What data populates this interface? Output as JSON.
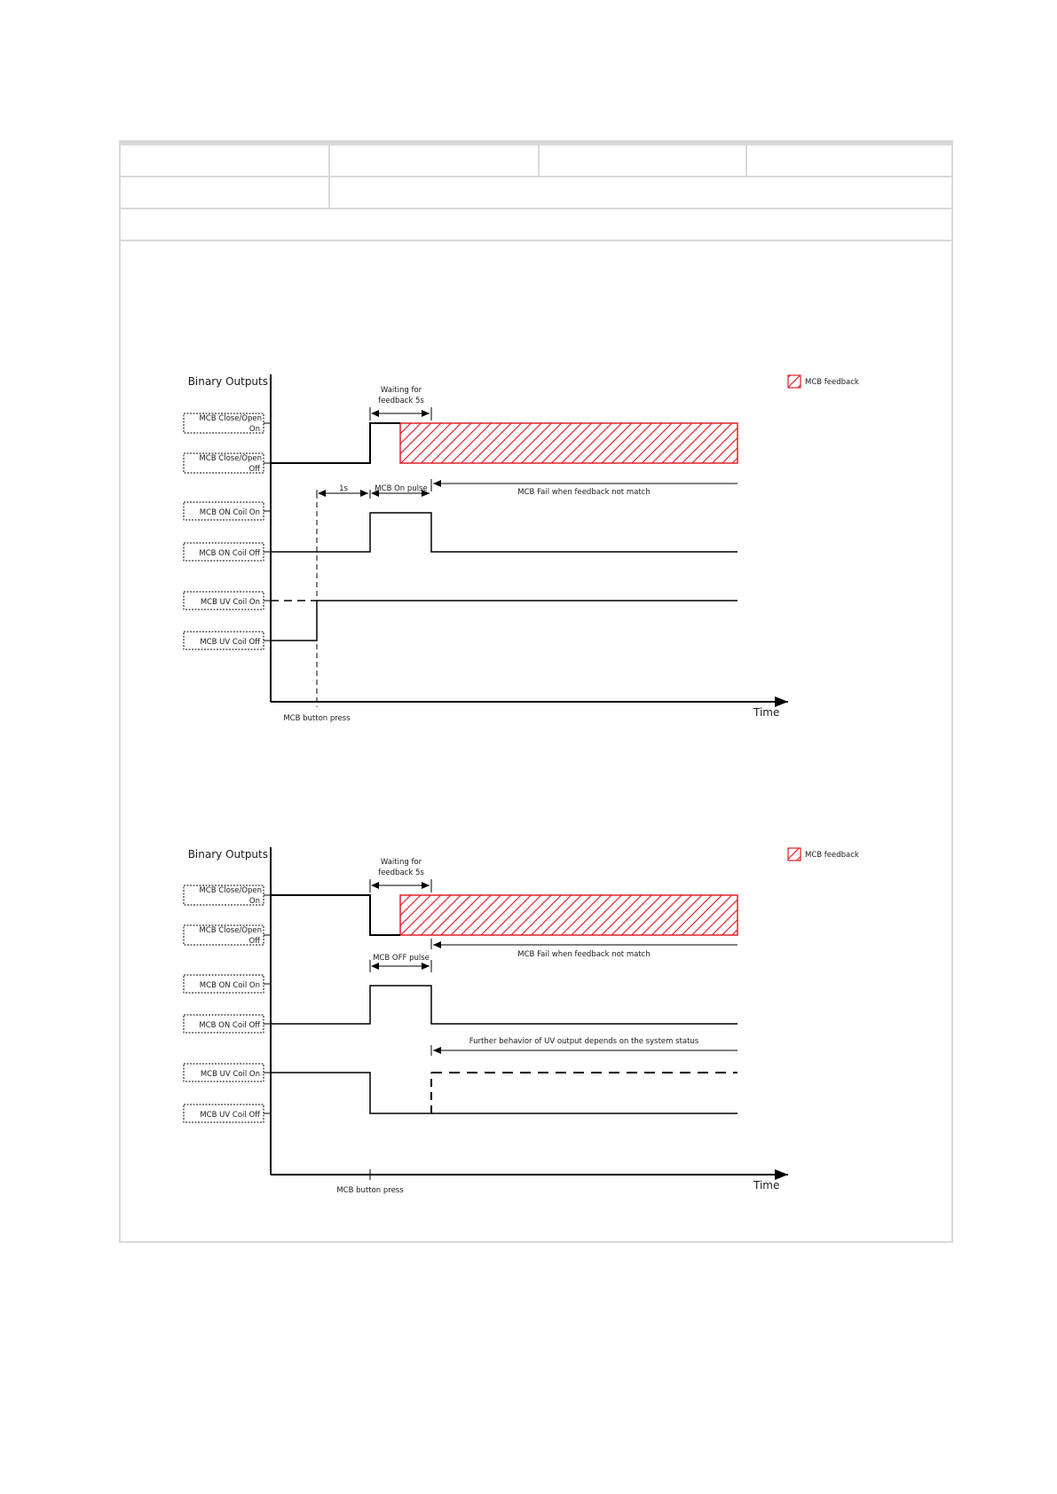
{
  "diagrams": [
    {
      "axis_title": "Binary  Outputs",
      "time_label": "Time",
      "legend_label": "MCB feedback",
      "signals": [
        {
          "line1": "MCB Close/Open",
          "line2": "On"
        },
        {
          "line1": "MCB Close/Open",
          "line2": "Off"
        },
        {
          "line1": "MCB ON Coil On",
          "line2": ""
        },
        {
          "line1": "MCB ON Coil Off",
          "line2": ""
        },
        {
          "line1": "MCB UV Coil On",
          "line2": ""
        },
        {
          "line1": "MCB UV Coil Off",
          "line2": ""
        }
      ],
      "waiting_label_1": "Waiting for",
      "waiting_label_2": "feedback 5s",
      "pulse_label": "MCB On pulse",
      "delay_label": "1s",
      "fail_label": "MCB Fail when feedback not match",
      "press_label": "MCB button press"
    },
    {
      "axis_title": "Binary Outputs",
      "time_label": "Time",
      "legend_label": "MCB feedback",
      "signals": [
        {
          "line1": "MCB Close/Open",
          "line2": "On"
        },
        {
          "line1": "MCB Close/Open",
          "line2": "Off"
        },
        {
          "line1": "MCB ON Coil On",
          "line2": ""
        },
        {
          "line1": "MCB ON Coil Off",
          "line2": ""
        },
        {
          "line1": "MCB UV Coil On",
          "line2": ""
        },
        {
          "line1": "MCB UV Coil Off",
          "line2": ""
        }
      ],
      "waiting_label_1": "Waiting for",
      "waiting_label_2": "feedback 5s",
      "pulse_label": "MCB OFF pulse",
      "fail_label": "MCB Fail when feedback not match",
      "uv_note": "Further behavior of UV output depends on the system status",
      "press_label": "MCB button press"
    }
  ],
  "colors": {
    "hatch": "#e0202a",
    "line": "#000000",
    "frame": "#d9d9d9"
  }
}
